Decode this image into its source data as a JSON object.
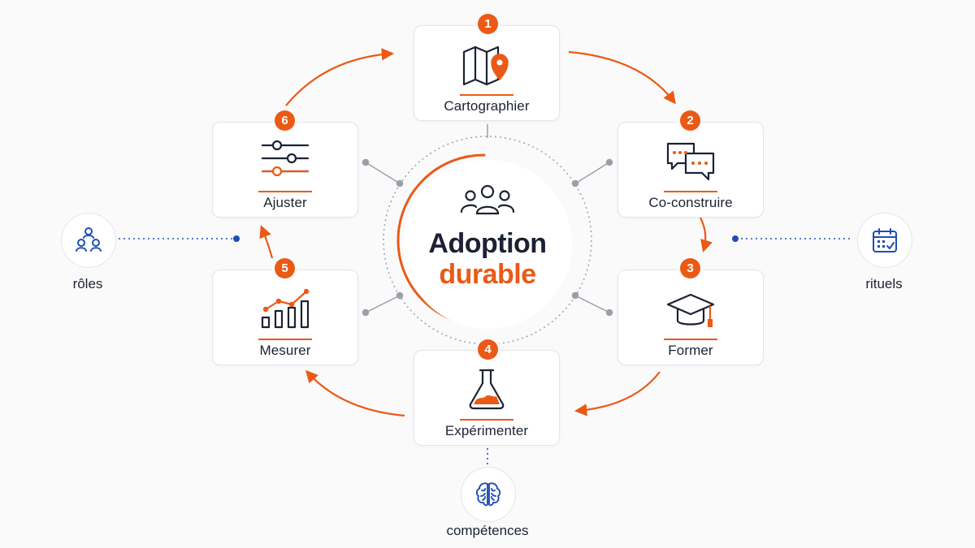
{
  "center": {
    "line1": "Adoption",
    "line2": "durable",
    "icon": "group-icon"
  },
  "steps": [
    {
      "number": "1",
      "label": "Cartographier",
      "icon": "map-pin-icon"
    },
    {
      "number": "2",
      "label": "Co-construire",
      "icon": "chat-bubbles-icon"
    },
    {
      "number": "3",
      "label": "Former",
      "icon": "graduation-cap-icon"
    },
    {
      "number": "4",
      "label": "Expérimenter",
      "icon": "flask-icon"
    },
    {
      "number": "5",
      "label": "Mesurer",
      "icon": "bar-chart-icon"
    },
    {
      "number": "6",
      "label": "Ajuster",
      "icon": "sliders-icon"
    }
  ],
  "satellites": [
    {
      "label": "rôles",
      "icon": "people-network-icon"
    },
    {
      "label": "rituels",
      "icon": "calendar-icon"
    },
    {
      "label": "compétences",
      "icon": "brain-icon"
    }
  ],
  "colors": {
    "accent": "#ea5a16",
    "dark": "#1b2233",
    "blue": "#1f4db8",
    "gray": "#9aa0aa"
  }
}
